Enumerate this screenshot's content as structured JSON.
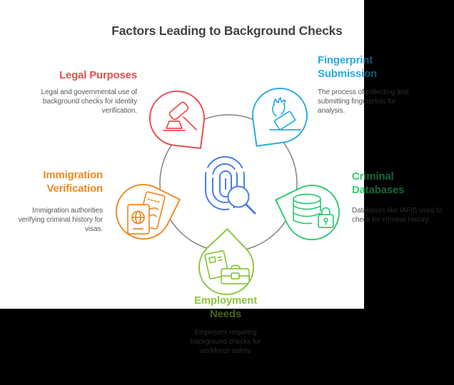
{
  "title": "Factors Leading to Background Checks",
  "colors": {
    "background": "#000000",
    "card": "#ffffff",
    "title_text": "#3f4245",
    "body_text": "#58595b",
    "ring": "#828282",
    "center_icon_blue": "#4a7ee8",
    "legal_red": "#ee4b4b",
    "fingerprint_teal": "#29abe2",
    "criminal_green": "#2fcc71",
    "employment_lime": "#8cc63f",
    "immigration_orange": "#ef8a23"
  },
  "center": {
    "icon": "fingerprint-magnifier-icon"
  },
  "nodes": {
    "legal": {
      "heading": [
        "Legal Purposes"
      ],
      "description": [
        "Legal and governmental use of",
        "background checks for identity",
        "verification."
      ],
      "icon": "gavel-icon",
      "color": "#ee4b4b"
    },
    "fingerprint": {
      "heading": [
        "Fingerprint",
        "Submission"
      ],
      "description": [
        "The process of collecting and",
        "submitting fingerprints for",
        "analysis."
      ],
      "icon": "hand-ballot-icon",
      "color": "#29abe2"
    },
    "criminal": {
      "heading": [
        "Criminal",
        "Databases"
      ],
      "description": [
        "Databases like IAFIS used to",
        "check for criminal history."
      ],
      "icon": "database-lock-icon",
      "color": "#2fcc71"
    },
    "employment": {
      "heading": [
        "Employment",
        "Needs"
      ],
      "description": [
        "Employers requiring",
        "background checks for",
        "workforce safety."
      ],
      "icon": "briefcase-documents-icon",
      "color": "#8cc63f"
    },
    "immigration": {
      "heading": [
        "Immigration",
        "Verification"
      ],
      "description": [
        "Immigration authorities",
        "verifying criminal history for",
        "visas."
      ],
      "icon": "passport-ticket-icon",
      "color": "#ef8a23"
    }
  }
}
